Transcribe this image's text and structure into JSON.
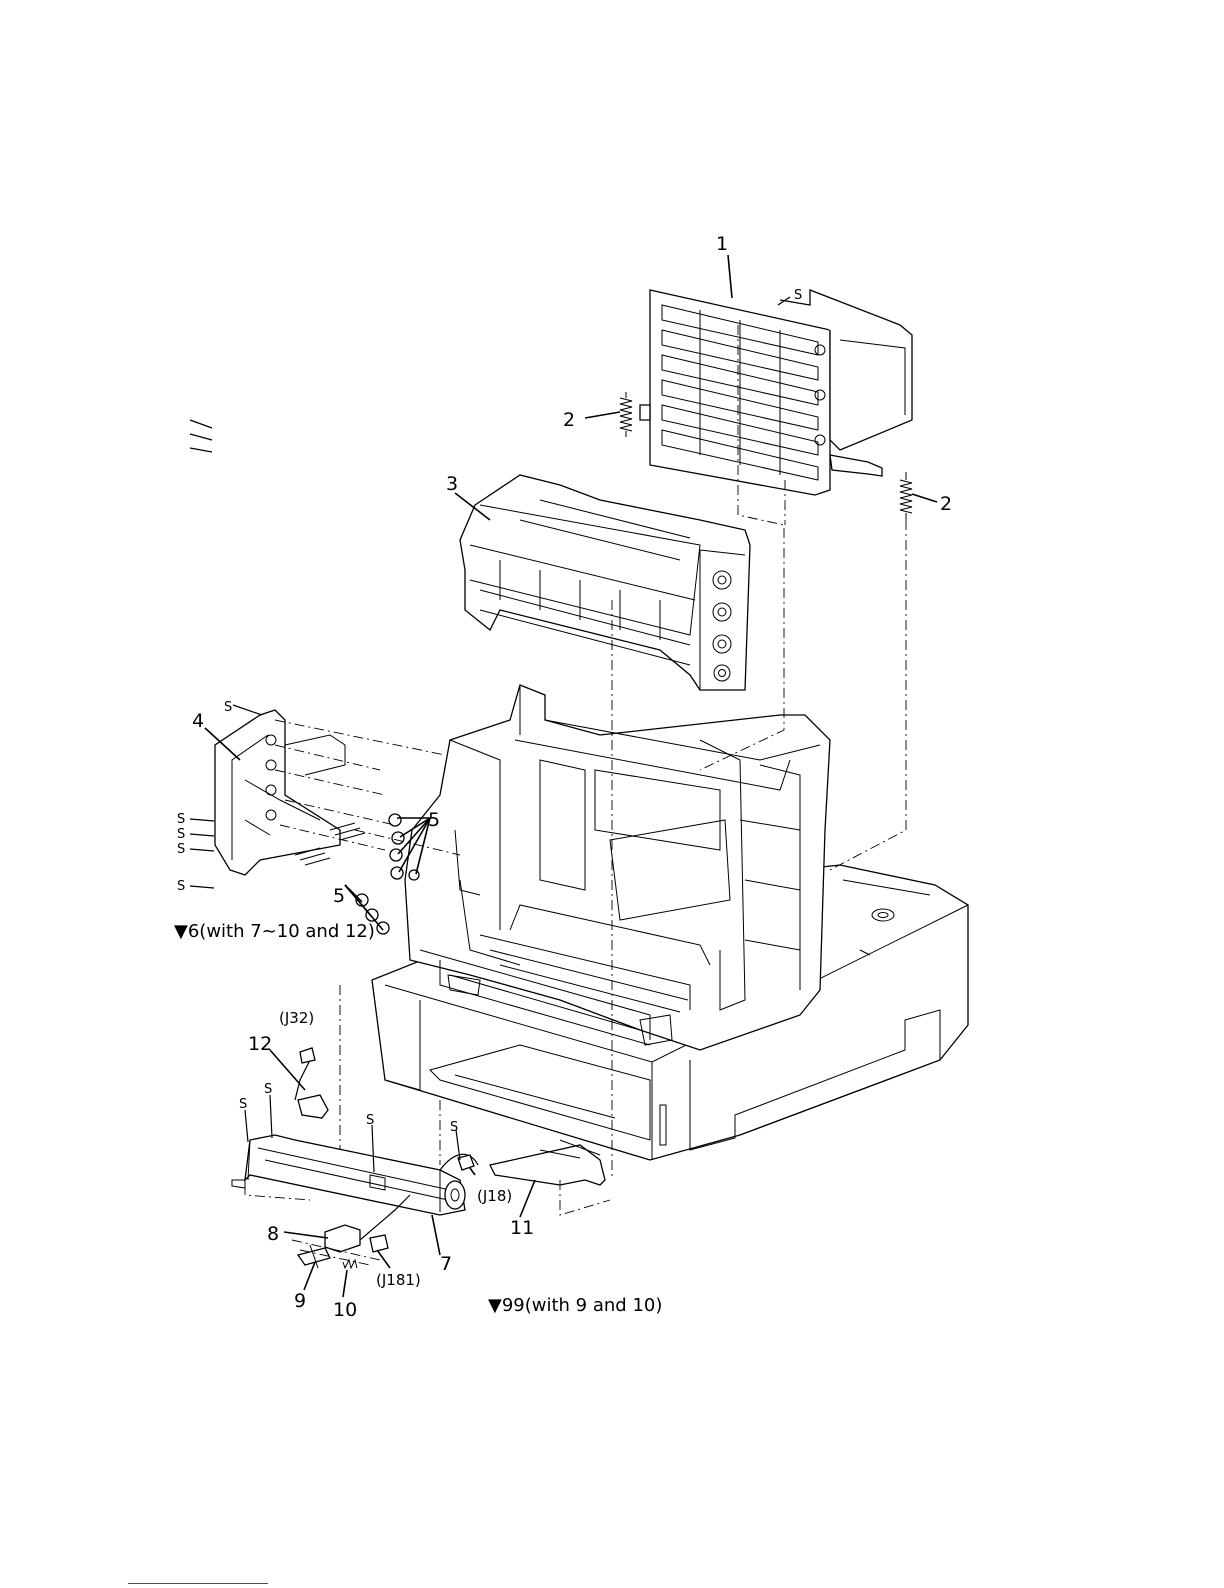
{
  "diagram": {
    "callouts": [
      {
        "id": "c1",
        "text": "1"
      },
      {
        "id": "c2a",
        "text": "2"
      },
      {
        "id": "c2b",
        "text": "2"
      },
      {
        "id": "c3",
        "text": "3"
      },
      {
        "id": "c4",
        "text": "4"
      },
      {
        "id": "c5a",
        "text": "5"
      },
      {
        "id": "c5b",
        "text": "5"
      },
      {
        "id": "c7",
        "text": "7"
      },
      {
        "id": "c8",
        "text": "8"
      },
      {
        "id": "c9",
        "text": "9"
      },
      {
        "id": "c10",
        "text": "10"
      },
      {
        "id": "c11",
        "text": "11"
      },
      {
        "id": "c12",
        "text": "12"
      }
    ],
    "screw_mark": "S",
    "connectors": {
      "j32": "(J32)",
      "j18": "(J18)",
      "j181": "(J181)"
    },
    "kit_notes": {
      "kit6": "▼6(with 7~10 and 12)",
      "kit99": "▼99(with 9 and 10)"
    }
  }
}
